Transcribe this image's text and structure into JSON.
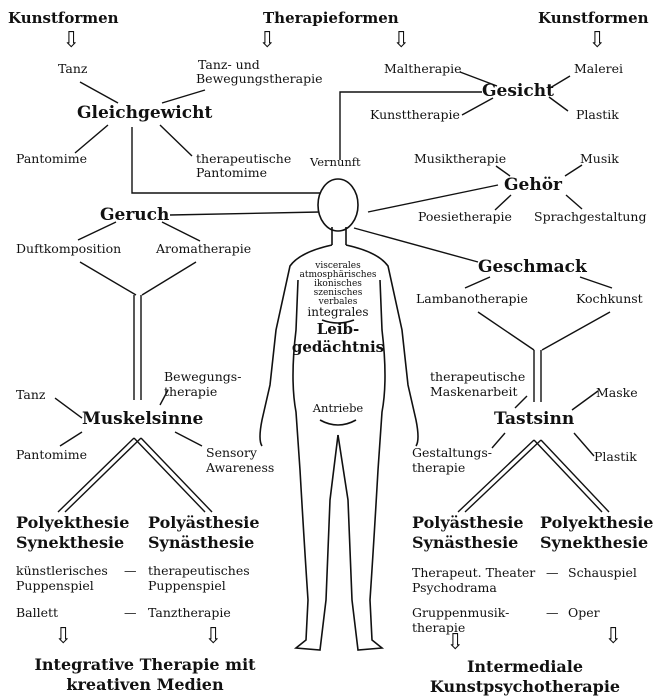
{
  "header": {
    "left": "Kunstformen",
    "center": "Therapieformen",
    "right": "Kunstformen"
  },
  "gleichgewicht": {
    "sense": "Gleichgewicht",
    "top_left": "Tanz",
    "top_right_1": "Tanz- und",
    "top_right_2": "Bewegungstherapie",
    "bottom_left": "Pantomime",
    "bottom_right_1": "therapeutische",
    "bottom_right_2": "Pantomime"
  },
  "gesicht": {
    "sense": "Gesicht",
    "top_left": "Maltherapie",
    "top_right": "Malerei",
    "bottom_left": "Kunsttherapie",
    "bottom_right": "Plastik"
  },
  "vernunft": "Vernunft",
  "gehoer": {
    "sense": "Gehör",
    "top_left": "Musiktherapie",
    "top_right": "Musik",
    "bottom_left": "Poesietherapie",
    "bottom_right": "Sprachgestaltung"
  },
  "geruch": {
    "sense": "Geruch",
    "bottom_left": "Duftkomposition",
    "bottom_right": "Aromatherapie"
  },
  "geschmack": {
    "sense": "Geschmack",
    "bottom_left": "Lambanotherapie",
    "bottom_right": "Kochkunst"
  },
  "memory": {
    "lines": [
      "viscerales",
      "atmosphärisches",
      "ikonisches",
      "szenisches",
      "verbales"
    ],
    "integrales": "integrales",
    "leib": "Leib-",
    "gedaechtnis": "gedächtnis",
    "antriebe": "Antriebe"
  },
  "muskelsinne": {
    "sense": "Muskelsinne",
    "top_left": "Tanz",
    "top_right_1": "Bewegungs-",
    "top_right_2": "therapie",
    "bottom_left": "Pantomime",
    "bottom_right_1": "Sensory",
    "bottom_right_2": "Awareness"
  },
  "tastsinn": {
    "sense": "Tastsinn",
    "top_left_1": "therapeutische",
    "top_left_2": "Maskenarbeit",
    "top_right": "Maske",
    "bottom_left_1": "Gestaltungs-",
    "bottom_left_2": "therapie",
    "bottom_right": "Plastik"
  },
  "left_bottom": {
    "col1_head_1": "Polyekthesie",
    "col1_head_2": "Synekthesie",
    "col2_head_1": "Polyästhesie",
    "col2_head_2": "Synästhesie",
    "row1_left_1": "künstlerisches",
    "row1_left_2": "Puppenspiel",
    "row1_right_1": "therapeutisches",
    "row1_right_2": "Puppenspiel",
    "row2_left": "Ballett",
    "row2_right": "Tanztherapie",
    "dash": "—",
    "footer_1": "Integrative Therapie mit",
    "footer_2": "kreativen Medien"
  },
  "right_bottom": {
    "col1_head_1": "Polyästhesie",
    "col1_head_2": "Synästhesie",
    "col2_head_1": "Polyekthesie",
    "col2_head_2": "Synekthesie",
    "row1_left_1": "Therapeut. Theater",
    "row1_left_2": "Psychodrama",
    "row1_right": "Schauspiel",
    "row2_left_1": "Gruppenmusik-",
    "row2_left_2": "therapie",
    "row2_right": "Oper",
    "dash": "—",
    "footer_1": "Intermediale",
    "footer_2": "Kunstpsychotherapie"
  },
  "arrow_glyph": "⇩"
}
